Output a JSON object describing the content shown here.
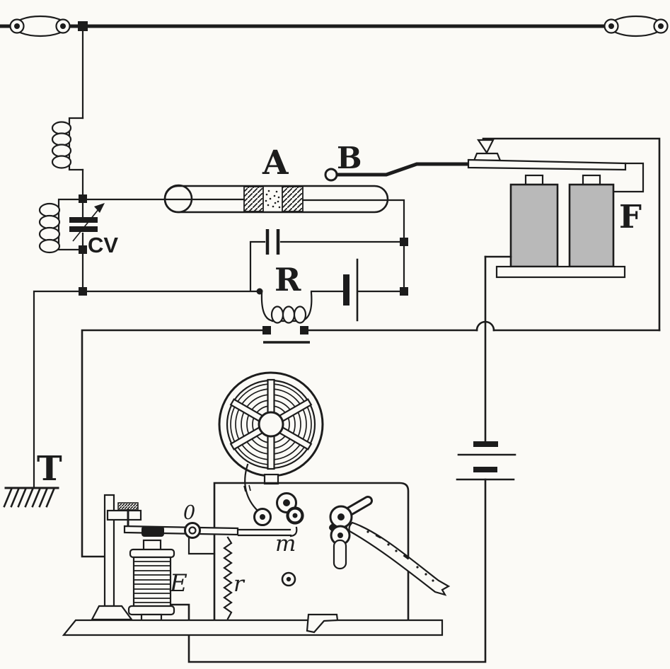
{
  "diagram": {
    "type": "historical schematic - wireless telegraphy coherer receiver with Morse register",
    "labels": {
      "coherer": "A",
      "tapper": "B",
      "local_cells": "F",
      "relay": "R",
      "variable_capacitor": "CV",
      "earth": "T",
      "register_electromagnet": "E",
      "lever_pivot": "0",
      "lever_arm": "m",
      "spring": "r"
    },
    "colors": {
      "ink": "#1c1c1c",
      "paper": "#fbfaf6",
      "cell-gray": "#b9b9b9"
    }
  }
}
